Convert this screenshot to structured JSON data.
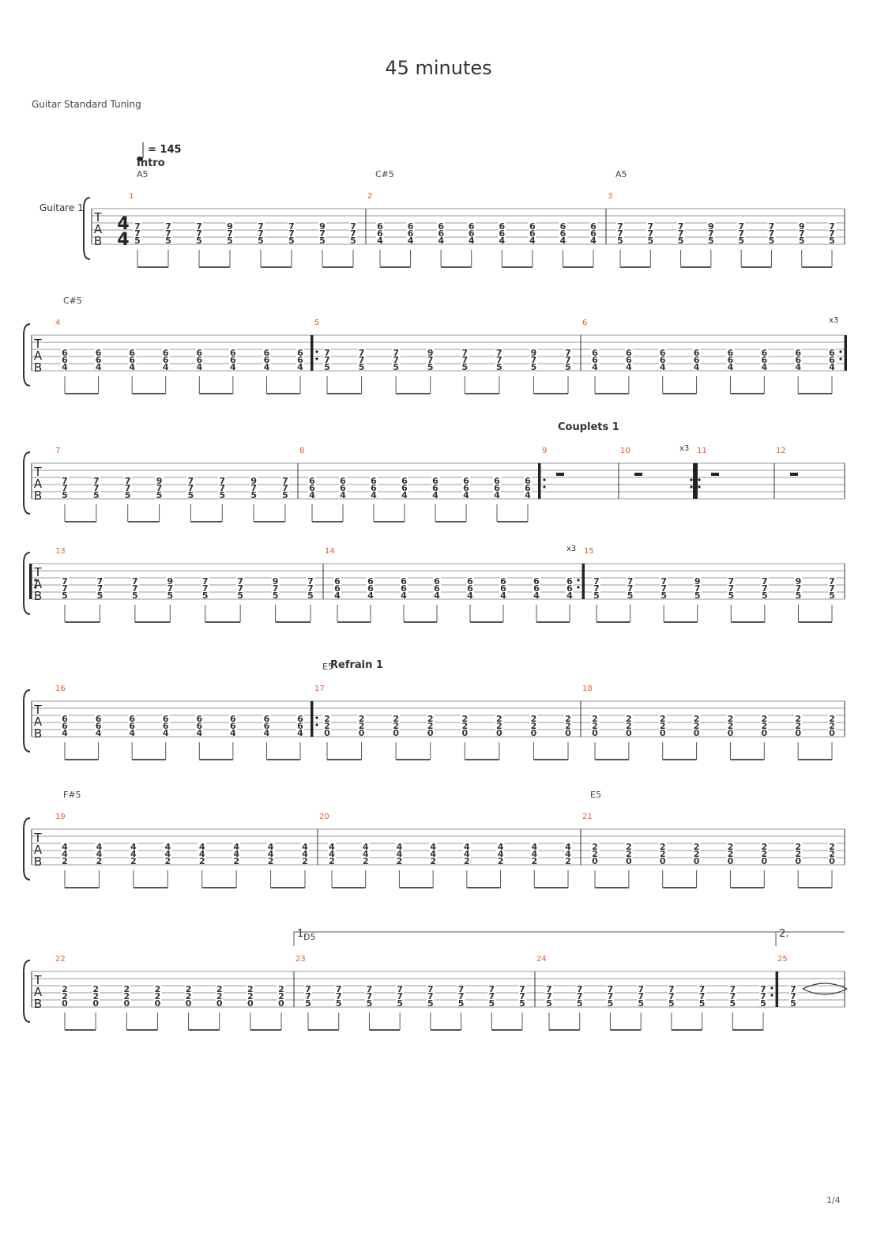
{
  "title": "45 minutes",
  "tuning": "Guitar Standard Tuning",
  "track_name": "Guitare 1",
  "tempo": "= 145",
  "time_signature": [
    "4",
    "4"
  ],
  "tab_letters": [
    "T",
    "A",
    "B"
  ],
  "page": "1/4",
  "colors": {
    "bar_number": "#e85b2a",
    "staff_line": "#9a9a9a",
    "text": "#333333"
  },
  "systems": [
    {
      "bars": [
        {
          "num": "1",
          "chord": "A5",
          "section": "Intro",
          "notes": [
            [
              "7",
              "7",
              "5"
            ],
            [
              "7",
              "7",
              "5"
            ],
            [
              "7",
              "7",
              "5"
            ],
            [
              "9",
              "7",
              "5"
            ],
            [
              "7",
              "7",
              "5"
            ],
            [
              "7",
              "7",
              "5"
            ],
            [
              "9",
              "7",
              "5"
            ],
            [
              "7",
              "7",
              "5"
            ]
          ]
        },
        {
          "num": "2",
          "chord": "C#5",
          "notes": [
            [
              "6",
              "6",
              "4"
            ],
            [
              "6",
              "6",
              "4"
            ],
            [
              "6",
              "6",
              "4"
            ],
            [
              "6",
              "6",
              "4"
            ],
            [
              "6",
              "6",
              "4"
            ],
            [
              "6",
              "6",
              "4"
            ],
            [
              "6",
              "6",
              "4"
            ],
            [
              "6",
              "6",
              "4"
            ]
          ]
        },
        {
          "num": "3",
          "chord": "A5",
          "notes": [
            [
              "7",
              "7",
              "5"
            ],
            [
              "7",
              "7",
              "5"
            ],
            [
              "7",
              "7",
              "5"
            ],
            [
              "9",
              "7",
              "5"
            ],
            [
              "7",
              "7",
              "5"
            ],
            [
              "7",
              "7",
              "5"
            ],
            [
              "9",
              "7",
              "5"
            ],
            [
              "7",
              "7",
              "5"
            ]
          ]
        }
      ]
    },
    {
      "bars": [
        {
          "num": "4",
          "chord": "C#5",
          "notes": [
            [
              "6",
              "6",
              "4"
            ],
            [
              "6",
              "6",
              "4"
            ],
            [
              "6",
              "6",
              "4"
            ],
            [
              "6",
              "6",
              "4"
            ],
            [
              "6",
              "6",
              "4"
            ],
            [
              "6",
              "6",
              "4"
            ],
            [
              "6",
              "6",
              "4"
            ],
            [
              "6",
              "6",
              "4"
            ]
          ]
        },
        {
          "num": "5",
          "notes": [
            [
              "7",
              "7",
              "5"
            ],
            [
              "7",
              "7",
              "5"
            ],
            [
              "7",
              "7",
              "5"
            ],
            [
              "9",
              "7",
              "5"
            ],
            [
              "7",
              "7",
              "5"
            ],
            [
              "7",
              "7",
              "5"
            ],
            [
              "9",
              "7",
              "5"
            ],
            [
              "7",
              "7",
              "5"
            ]
          ]
        },
        {
          "num": "6",
          "repeat_count": "x3",
          "notes": [
            [
              "6",
              "6",
              "4"
            ],
            [
              "6",
              "6",
              "4"
            ],
            [
              "6",
              "6",
              "4"
            ],
            [
              "6",
              "6",
              "4"
            ],
            [
              "6",
              "6",
              "4"
            ],
            [
              "6",
              "6",
              "4"
            ],
            [
              "6",
              "6",
              "4"
            ],
            [
              "6",
              "6",
              "4"
            ]
          ]
        }
      ]
    },
    {
      "bars": [
        {
          "num": "7",
          "notes": [
            [
              "7",
              "7",
              "5"
            ],
            [
              "7",
              "7",
              "5"
            ],
            [
              "7",
              "7",
              "5"
            ],
            [
              "9",
              "7",
              "5"
            ],
            [
              "7",
              "7",
              "5"
            ],
            [
              "7",
              "7",
              "5"
            ],
            [
              "9",
              "7",
              "5"
            ],
            [
              "7",
              "7",
              "5"
            ]
          ]
        },
        {
          "num": "8",
          "notes": [
            [
              "6",
              "6",
              "4"
            ],
            [
              "6",
              "6",
              "4"
            ],
            [
              "6",
              "6",
              "4"
            ],
            [
              "6",
              "6",
              "4"
            ],
            [
              "6",
              "6",
              "4"
            ],
            [
              "6",
              "6",
              "4"
            ],
            [
              "6",
              "6",
              "4"
            ],
            [
              "6",
              "6",
              "4"
            ]
          ]
        },
        {
          "num": "9",
          "section": "Couplets 1",
          "rest": true
        },
        {
          "num": "10",
          "repeat_count": "x3",
          "rest": true
        },
        {
          "num": "11",
          "rest": true
        },
        {
          "num": "12",
          "rest": true
        }
      ]
    },
    {
      "bars": [
        {
          "num": "13",
          "notes": [
            [
              "7",
              "7",
              "5"
            ],
            [
              "7",
              "7",
              "5"
            ],
            [
              "7",
              "7",
              "5"
            ],
            [
              "9",
              "7",
              "5"
            ],
            [
              "7",
              "7",
              "5"
            ],
            [
              "7",
              "7",
              "5"
            ],
            [
              "9",
              "7",
              "5"
            ],
            [
              "7",
              "7",
              "5"
            ]
          ]
        },
        {
          "num": "14",
          "repeat_count": "x3",
          "notes": [
            [
              "6",
              "6",
              "4"
            ],
            [
              "6",
              "6",
              "4"
            ],
            [
              "6",
              "6",
              "4"
            ],
            [
              "6",
              "6",
              "4"
            ],
            [
              "6",
              "6",
              "4"
            ],
            [
              "6",
              "6",
              "4"
            ],
            [
              "6",
              "6",
              "4"
            ],
            [
              "6",
              "6",
              "4"
            ]
          ]
        },
        {
          "num": "15",
          "notes": [
            [
              "7",
              "7",
              "5"
            ],
            [
              "7",
              "7",
              "5"
            ],
            [
              "7",
              "7",
              "5"
            ],
            [
              "9",
              "7",
              "5"
            ],
            [
              "7",
              "7",
              "5"
            ],
            [
              "7",
              "7",
              "5"
            ],
            [
              "9",
              "7",
              "5"
            ],
            [
              "7",
              "7",
              "5"
            ]
          ]
        }
      ]
    },
    {
      "bars": [
        {
          "num": "16",
          "notes": [
            [
              "6",
              "6",
              "4"
            ],
            [
              "6",
              "6",
              "4"
            ],
            [
              "6",
              "6",
              "4"
            ],
            [
              "6",
              "6",
              "4"
            ],
            [
              "6",
              "6",
              "4"
            ],
            [
              "6",
              "6",
              "4"
            ],
            [
              "6",
              "6",
              "4"
            ],
            [
              "6",
              "6",
              "4"
            ]
          ]
        },
        {
          "num": "17",
          "chord": "E5",
          "section": "Refrain 1",
          "notes": [
            [
              "2",
              "2",
              "0"
            ],
            [
              "2",
              "2",
              "0"
            ],
            [
              "2",
              "2",
              "0"
            ],
            [
              "2",
              "2",
              "0"
            ],
            [
              "2",
              "2",
              "0"
            ],
            [
              "2",
              "2",
              "0"
            ],
            [
              "2",
              "2",
              "0"
            ],
            [
              "2",
              "2",
              "0"
            ]
          ]
        },
        {
          "num": "18",
          "notes": [
            [
              "2",
              "2",
              "0"
            ],
            [
              "2",
              "2",
              "0"
            ],
            [
              "2",
              "2",
              "0"
            ],
            [
              "2",
              "2",
              "0"
            ],
            [
              "2",
              "2",
              "0"
            ],
            [
              "2",
              "2",
              "0"
            ],
            [
              "2",
              "2",
              "0"
            ],
            [
              "2",
              "2",
              "0"
            ]
          ]
        }
      ]
    },
    {
      "bars": [
        {
          "num": "19",
          "chord": "F#5",
          "notes": [
            [
              "4",
              "4",
              "2"
            ],
            [
              "4",
              "4",
              "2"
            ],
            [
              "4",
              "4",
              "2"
            ],
            [
              "4",
              "4",
              "2"
            ],
            [
              "4",
              "4",
              "2"
            ],
            [
              "4",
              "4",
              "2"
            ],
            [
              "4",
              "4",
              "2"
            ],
            [
              "4",
              "4",
              "2"
            ]
          ]
        },
        {
          "num": "20",
          "notes": [
            [
              "4",
              "4",
              "2"
            ],
            [
              "4",
              "4",
              "2"
            ],
            [
              "4",
              "4",
              "2"
            ],
            [
              "4",
              "4",
              "2"
            ],
            [
              "4",
              "4",
              "2"
            ],
            [
              "4",
              "4",
              "2"
            ],
            [
              "4",
              "4",
              "2"
            ],
            [
              "4",
              "4",
              "2"
            ]
          ]
        },
        {
          "num": "21",
          "chord": "E5",
          "notes": [
            [
              "2",
              "2",
              "0"
            ],
            [
              "2",
              "2",
              "0"
            ],
            [
              "2",
              "2",
              "0"
            ],
            [
              "2",
              "2",
              "0"
            ],
            [
              "2",
              "2",
              "0"
            ],
            [
              "2",
              "2",
              "0"
            ],
            [
              "2",
              "2",
              "0"
            ],
            [
              "2",
              "2",
              "0"
            ]
          ]
        }
      ]
    },
    {
      "bars": [
        {
          "num": "22",
          "notes": [
            [
              "2",
              "2",
              "0"
            ],
            [
              "2",
              "2",
              "0"
            ],
            [
              "2",
              "2",
              "0"
            ],
            [
              "2",
              "2",
              "0"
            ],
            [
              "2",
              "2",
              "0"
            ],
            [
              "2",
              "2",
              "0"
            ],
            [
              "2",
              "2",
              "0"
            ],
            [
              "2",
              "2",
              "0"
            ]
          ]
        },
        {
          "num": "23",
          "chord": "D5",
          "ending": "1.",
          "notes": [
            [
              "7",
              "7",
              "5"
            ],
            [
              "7",
              "7",
              "5"
            ],
            [
              "7",
              "7",
              "5"
            ],
            [
              "7",
              "7",
              "5"
            ],
            [
              "7",
              "7",
              "5"
            ],
            [
              "7",
              "7",
              "5"
            ],
            [
              "7",
              "7",
              "5"
            ],
            [
              "7",
              "7",
              "5"
            ]
          ]
        },
        {
          "num": "24",
          "notes": [
            [
              "7",
              "7",
              "5"
            ],
            [
              "7",
              "7",
              "5"
            ],
            [
              "7",
              "7",
              "5"
            ],
            [
              "7",
              "7",
              "5"
            ],
            [
              "7",
              "7",
              "5"
            ],
            [
              "7",
              "7",
              "5"
            ],
            [
              "7",
              "7",
              "5"
            ],
            [
              "7",
              "7",
              "5"
            ]
          ]
        },
        {
          "num": "25",
          "ending": "2.",
          "notes": [
            [
              "7",
              "7",
              "5"
            ]
          ]
        }
      ]
    }
  ]
}
